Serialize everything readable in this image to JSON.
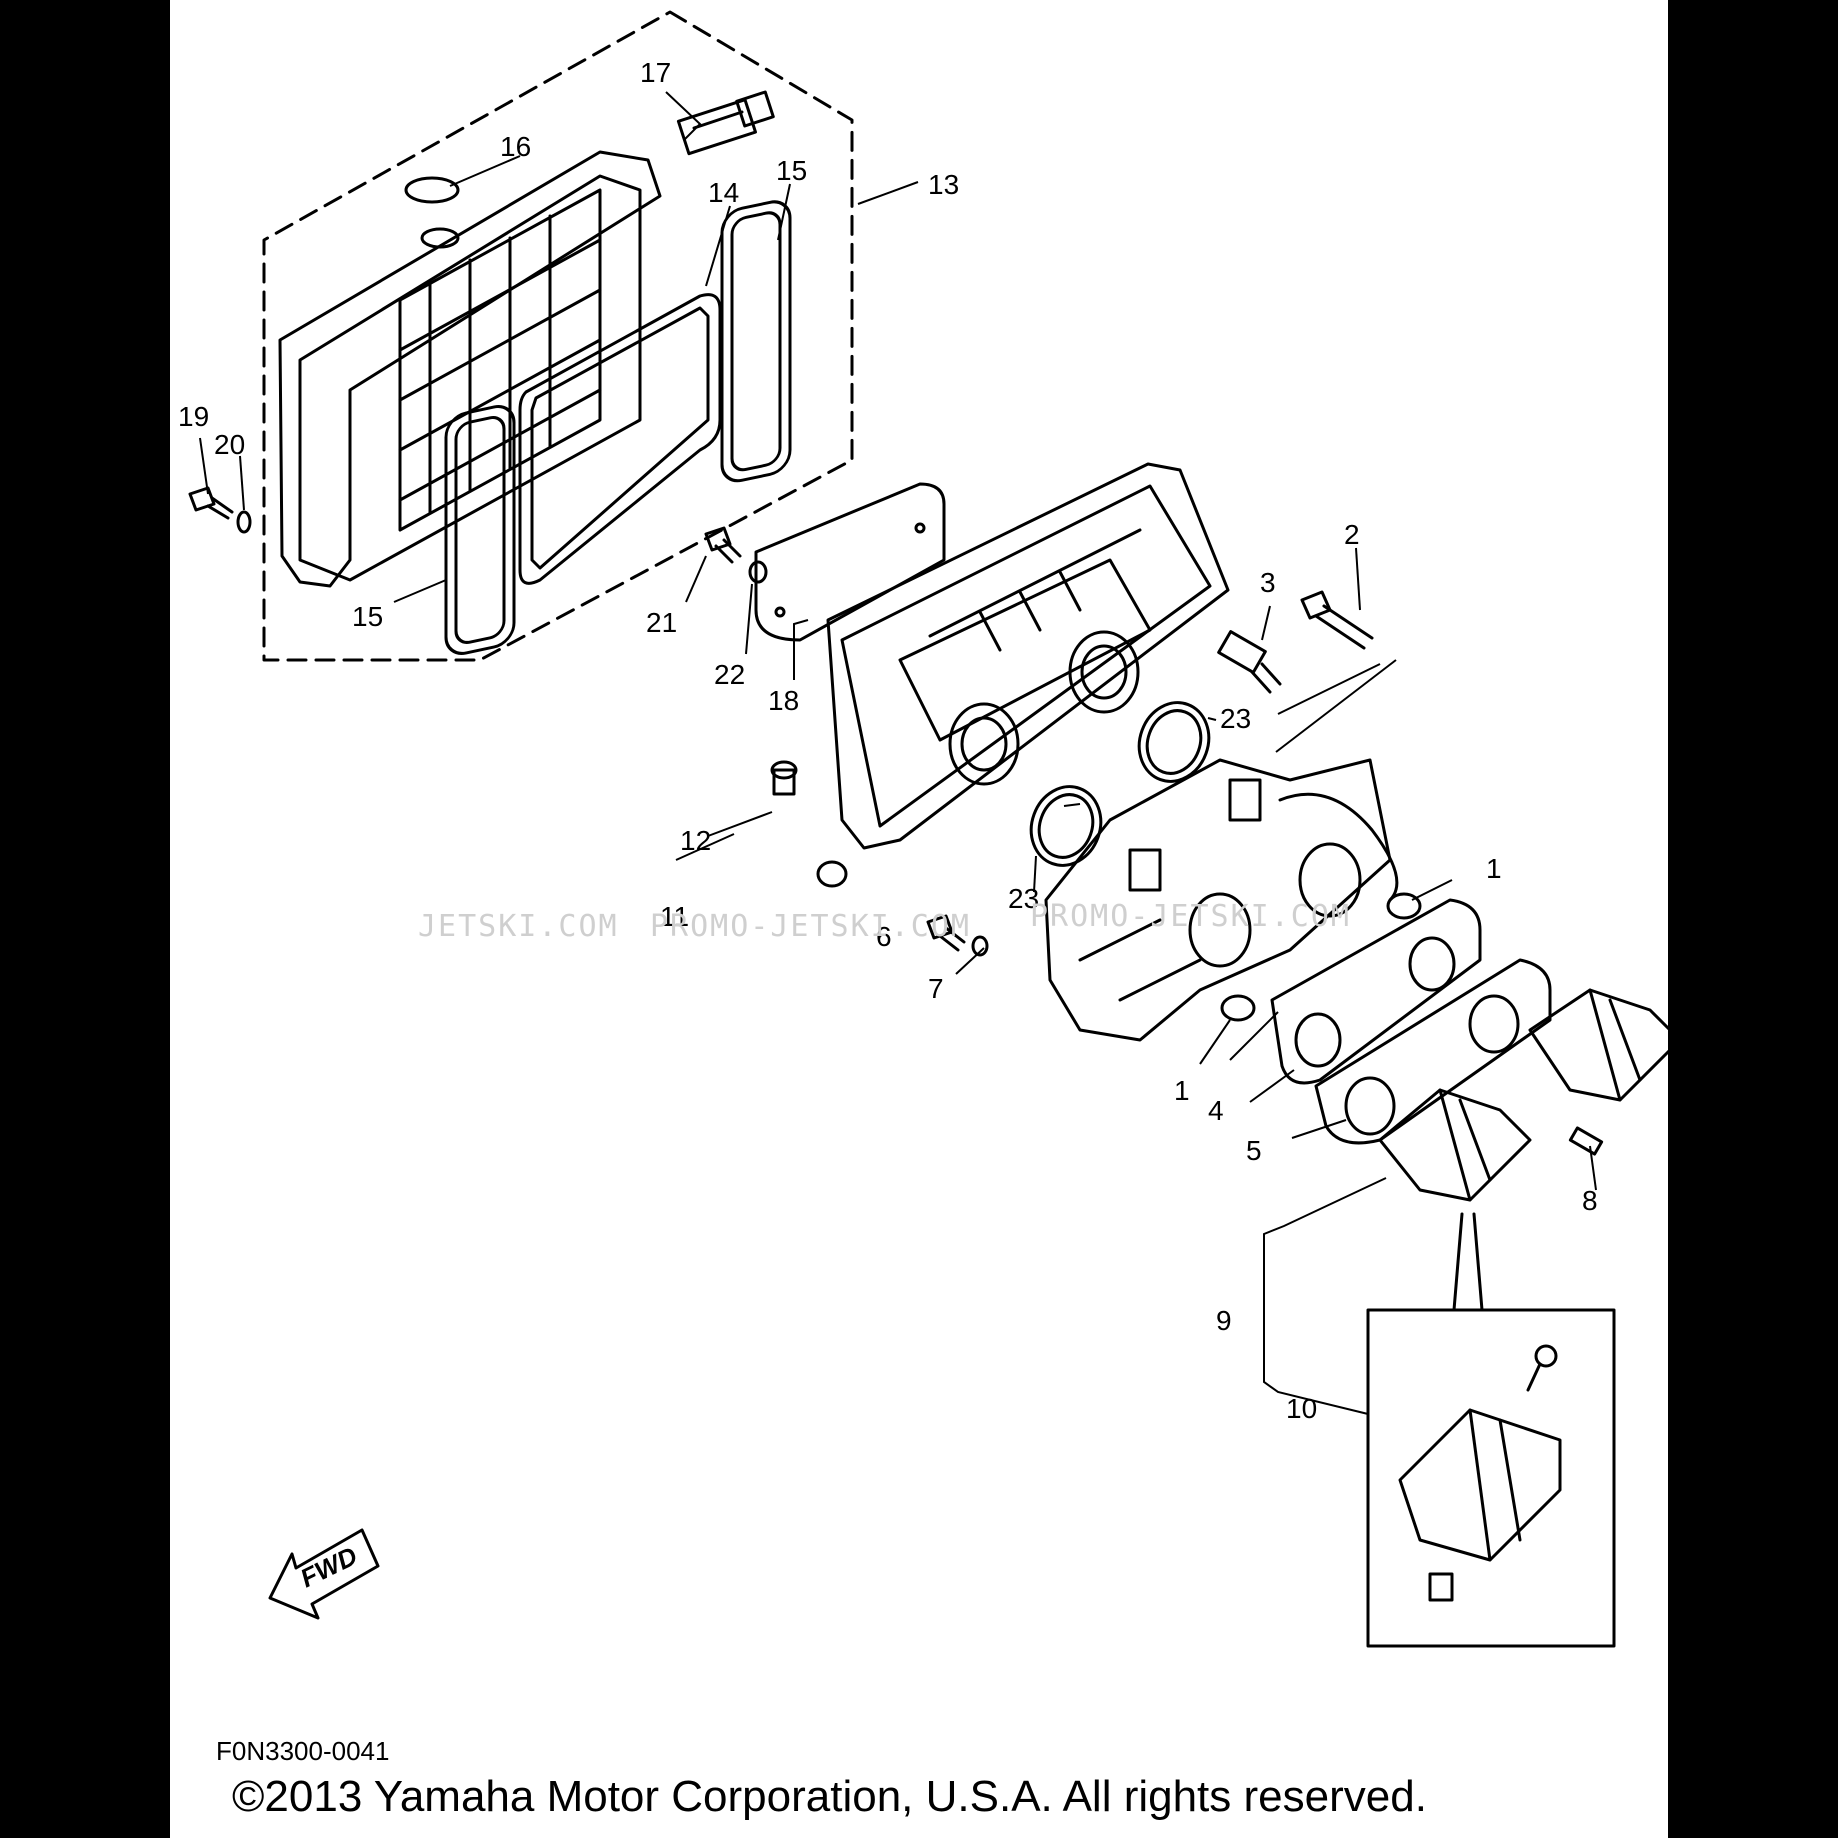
{
  "diagram": {
    "callouts": [
      {
        "label": "1"
      },
      {
        "label": "1"
      },
      {
        "label": "2"
      },
      {
        "label": "3"
      },
      {
        "label": "4"
      },
      {
        "label": "5"
      },
      {
        "label": "6"
      },
      {
        "label": "7"
      },
      {
        "label": "8"
      },
      {
        "label": "9"
      },
      {
        "label": "10"
      },
      {
        "label": "11"
      },
      {
        "label": "12"
      },
      {
        "label": "13"
      },
      {
        "label": "14"
      },
      {
        "label": "15"
      },
      {
        "label": "15"
      },
      {
        "label": "16"
      },
      {
        "label": "17"
      },
      {
        "label": "18"
      },
      {
        "label": "19"
      },
      {
        "label": "20"
      },
      {
        "label": "21"
      },
      {
        "label": "22"
      },
      {
        "label": "23"
      },
      {
        "label": "23"
      }
    ],
    "watermarks": [
      "JETSKI.COM",
      "PROMO-JETSKI.COM",
      "PROMO-JETSKI.COM"
    ],
    "fwd_label": "FWD",
    "part_code": "F0N3300-0041",
    "copyright": "©2013 Yamaha Motor Corporation, U.S.A. All rights reserved."
  }
}
